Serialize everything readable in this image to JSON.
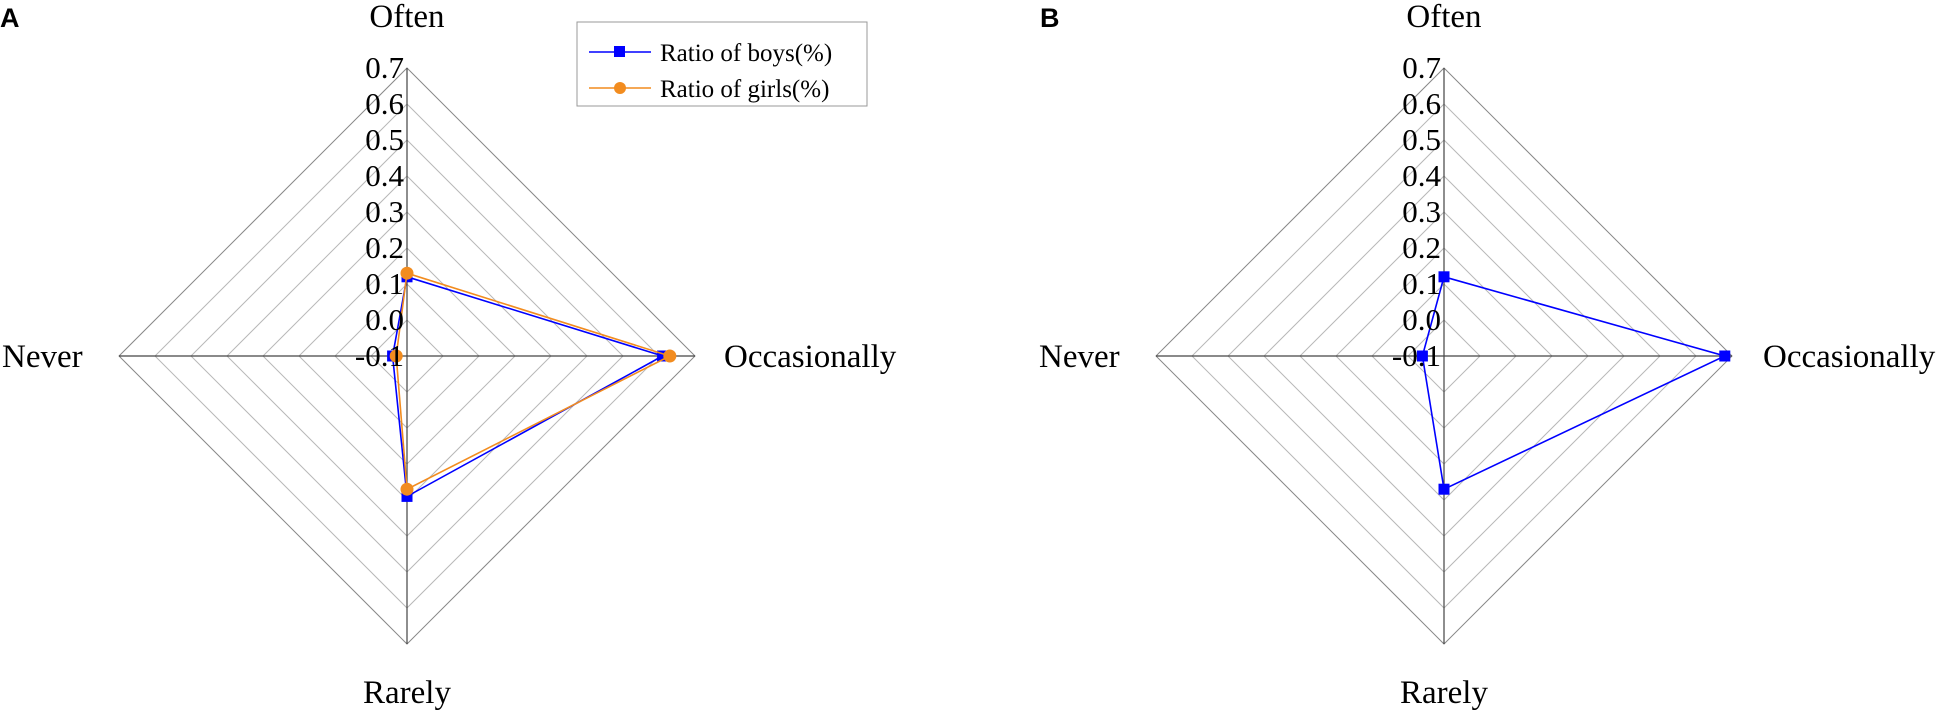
{
  "panels": [
    {
      "letter": "A",
      "axes": [
        "Often",
        "Occasionally",
        "Rarely",
        "Never"
      ],
      "ticks": [
        "0.7",
        "0.6",
        "0.5",
        "0.4",
        "0.3",
        "0.2",
        "0.1",
        "0.0",
        "-0.1"
      ]
    },
    {
      "letter": "B",
      "axes": [
        "Often",
        "Occasionally",
        "Rarely",
        "Never"
      ],
      "ticks": [
        "0.7",
        "0.6",
        "0.5",
        "0.4",
        "0.3",
        "0.2",
        "0.1",
        "0.0",
        "-0.1"
      ]
    }
  ],
  "legend": {
    "boys": "Ratio of boys(%)",
    "girls": "Ratio of girls(%)"
  },
  "chart_data": [
    {
      "panel": "A",
      "type": "radar",
      "axes": [
        "Often",
        "Occasionally",
        "Rarely",
        "Never"
      ],
      "range": [
        -0.1,
        0.7
      ],
      "tick_step": 0.1,
      "grid": true,
      "legend_position": "top-right",
      "series": [
        {
          "name": "Ratio of boys(%)",
          "color": "#0000ff",
          "marker": "square",
          "values": [
            0.12,
            0.61,
            0.29,
            -0.06
          ]
        },
        {
          "name": "Ratio of girls(%)",
          "color": "#f28c1f",
          "marker": "circle",
          "values": [
            0.13,
            0.63,
            0.27,
            -0.07
          ]
        }
      ]
    },
    {
      "panel": "B",
      "type": "radar",
      "axes": [
        "Often",
        "Occasionally",
        "Rarely",
        "Never"
      ],
      "range": [
        -0.1,
        0.7
      ],
      "tick_step": 0.1,
      "grid": true,
      "series": [
        {
          "name": "Ratio of boys(%)",
          "color": "#0000ff",
          "marker": "square",
          "values": [
            0.12,
            0.68,
            0.27,
            -0.04
          ]
        }
      ]
    }
  ]
}
